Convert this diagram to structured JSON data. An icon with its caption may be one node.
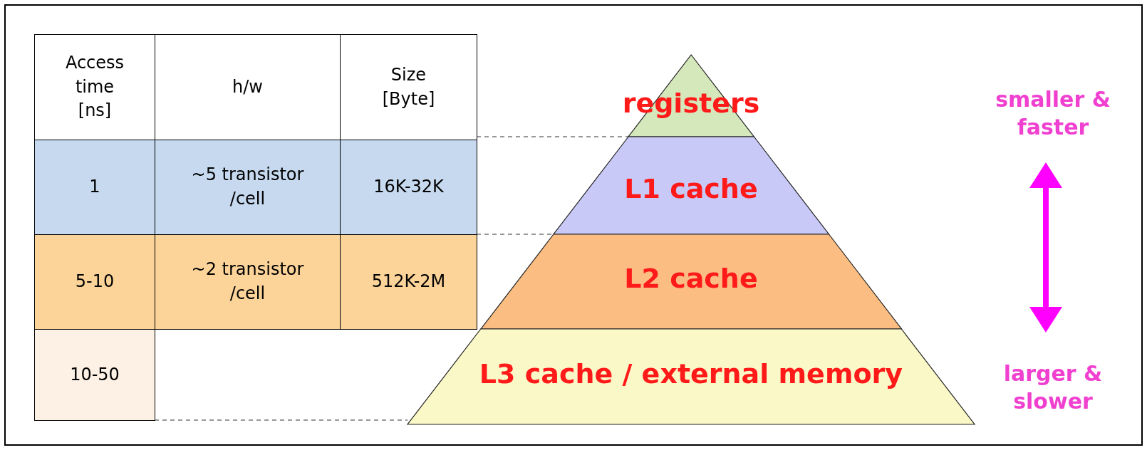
{
  "diagram": {
    "nodes": [
      {
        "text": [
          "registers"
        ]
      },
      {
        "text": [
          "L1 cache"
        ]
      },
      {
        "text": [
          "L2 cache"
        ]
      },
      {
        "text": [
          "L3 cache / external memory"
        ]
      }
    ],
    "labels": [
      "Access time [ns]",
      "h/w",
      "Size [Byte]",
      "1",
      "~5 transistor /cell",
      "16K-32K",
      "5-10",
      "~2 transistor /cell",
      "512K-2M",
      "10-50",
      "smaller & faster",
      "larger & slower"
    ]
  }
}
